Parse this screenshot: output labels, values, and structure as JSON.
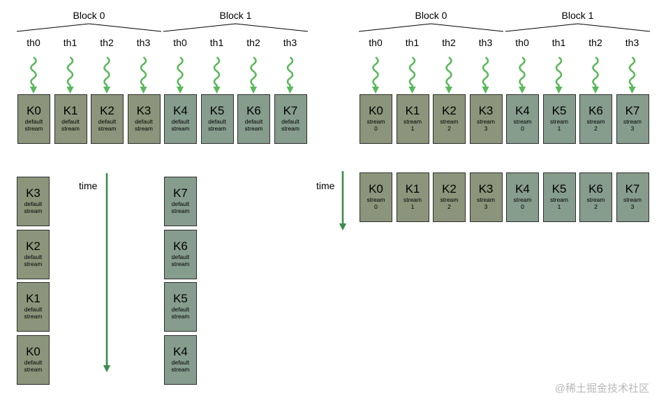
{
  "left_panel": {
    "blocks": [
      {
        "label": "Block 0",
        "threads": [
          "th0",
          "th1",
          "th2",
          "th3"
        ]
      },
      {
        "label": "Block 1",
        "threads": [
          "th0",
          "th1",
          "th2",
          "th3"
        ]
      }
    ],
    "top_kernels": [
      {
        "name": "K0",
        "line1": "default",
        "line2": "stream"
      },
      {
        "name": "K1",
        "line1": "default",
        "line2": "stream"
      },
      {
        "name": "K2",
        "line1": "default",
        "line2": "stream"
      },
      {
        "name": "K3",
        "line1": "default",
        "line2": "stream"
      },
      {
        "name": "K4",
        "line1": "default",
        "line2": "stream"
      },
      {
        "name": "K5",
        "line1": "default",
        "line2": "stream"
      },
      {
        "name": "K6",
        "line1": "default",
        "line2": "stream"
      },
      {
        "name": "K7",
        "line1": "default",
        "line2": "stream"
      }
    ],
    "time_label": "time",
    "timeline_col0": [
      {
        "name": "K3",
        "line1": "default",
        "line2": "stream"
      },
      {
        "name": "K2",
        "line1": "default",
        "line2": "stream"
      },
      {
        "name": "K1",
        "line1": "default",
        "line2": "stream"
      },
      {
        "name": "K0",
        "line1": "default",
        "line2": "stream"
      }
    ],
    "timeline_col1": [
      {
        "name": "K7",
        "line1": "default",
        "line2": "stream"
      },
      {
        "name": "K6",
        "line1": "default",
        "line2": "stream"
      },
      {
        "name": "K5",
        "line1": "default",
        "line2": "stream"
      },
      {
        "name": "K4",
        "line1": "default",
        "line2": "stream"
      }
    ]
  },
  "right_panel": {
    "blocks": [
      {
        "label": "Block 0",
        "threads": [
          "th0",
          "th1",
          "th2",
          "th3"
        ]
      },
      {
        "label": "Block 1",
        "threads": [
          "th0",
          "th1",
          "th2",
          "th3"
        ]
      }
    ],
    "top_kernels": [
      {
        "name": "K0",
        "line1": "stream",
        "line2": "0"
      },
      {
        "name": "K1",
        "line1": "stream",
        "line2": "1"
      },
      {
        "name": "K2",
        "line1": "stream",
        "line2": "2"
      },
      {
        "name": "K3",
        "line1": "stream",
        "line2": "3"
      },
      {
        "name": "K4",
        "line1": "stream",
        "line2": "0"
      },
      {
        "name": "K5",
        "line1": "stream",
        "line2": "1"
      },
      {
        "name": "K6",
        "line1": "stream",
        "line2": "2"
      },
      {
        "name": "K7",
        "line1": "stream",
        "line2": "3"
      }
    ],
    "time_label": "time",
    "timeline_row": [
      {
        "name": "K0",
        "line1": "stream",
        "line2": "0"
      },
      {
        "name": "K1",
        "line1": "stream",
        "line2": "1"
      },
      {
        "name": "K2",
        "line1": "stream",
        "line2": "2"
      },
      {
        "name": "K3",
        "line1": "stream",
        "line2": "3"
      },
      {
        "name": "K4",
        "line1": "stream",
        "line2": "0"
      },
      {
        "name": "K5",
        "line1": "stream",
        "line2": "1"
      },
      {
        "name": "K6",
        "line1": "stream",
        "line2": "2"
      },
      {
        "name": "K7",
        "line1": "stream",
        "line2": "3"
      }
    ]
  },
  "colors": {
    "block0_box": "#8c957b",
    "block1_box": "#869c8d",
    "thread_arrow": "#5cb85c",
    "time_arrow": "#3d8a4f"
  },
  "watermark": "@稀土掘金技术社区"
}
